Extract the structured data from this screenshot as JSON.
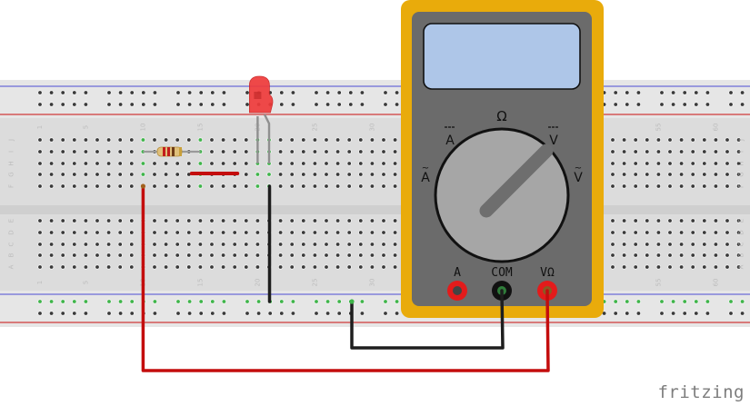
{
  "app": {
    "watermark": "fritzing"
  },
  "colors": {
    "board": "#dcdcdc",
    "board_light": "#e6e6e6",
    "channel": "#cfcfcf",
    "hole": "#3a3a3a",
    "hole_connected": "#3fb54a",
    "rail_positive_line": "#d0393b",
    "rail_negative_line": "#6b6bd8",
    "wire_red": "#c40d0d",
    "wire_black": "#1e1e1e",
    "meter_case": "#e9ab0b",
    "meter_body": "#6b6b6b",
    "meter_display": "#aec6e8",
    "meter_dial": "#a6a6a6",
    "meter_pointer": "#6e6e6e",
    "led_red": "#ef3b3b",
    "label_text": "#bdbdbd"
  },
  "breadboard": {
    "row_labels_top": [
      "J",
      "I",
      "H",
      "G",
      "F"
    ],
    "row_labels_bottom": [
      "E",
      "D",
      "C",
      "B",
      "A"
    ],
    "column_labels": [
      "1",
      "5",
      "10",
      "15",
      "20",
      "25",
      "30",
      "35",
      "40",
      "45",
      "50",
      "55",
      "60"
    ],
    "column_count": 62
  },
  "components": {
    "resistor": {
      "name": "Resistor",
      "bands": [
        "#c21d1d",
        "#c21d1d",
        "#6e3b16",
        "#c9a03a"
      ]
    },
    "led": {
      "name": "Red LED",
      "color": "Red"
    },
    "multimeter": {
      "name": "Multimeter",
      "dial_labels": {
        "ohm": "Ω",
        "dc_amps": "A",
        "dc_volts": "V",
        "ac_amps": "A",
        "ac_volts": "V"
      },
      "jack_labels": {
        "amps": "A",
        "common": "COM",
        "volt_ohm": "VΩ"
      },
      "dial_position": "VΩ diagonal"
    }
  },
  "wires": [
    {
      "name": "red-probe-wire",
      "color": "red",
      "from": "breadboard F11",
      "to": "multimeter VΩ"
    },
    {
      "name": "black-probe-wire",
      "color": "black",
      "from": "bottom rail col 29",
      "to": "multimeter COM"
    },
    {
      "name": "jumper-led-anode",
      "color": "red",
      "from": "G16",
      "to": "G20"
    },
    {
      "name": "jumper-cathode-ground",
      "color": "black",
      "from": "F21",
      "to": "bottom rail col 21"
    }
  ]
}
